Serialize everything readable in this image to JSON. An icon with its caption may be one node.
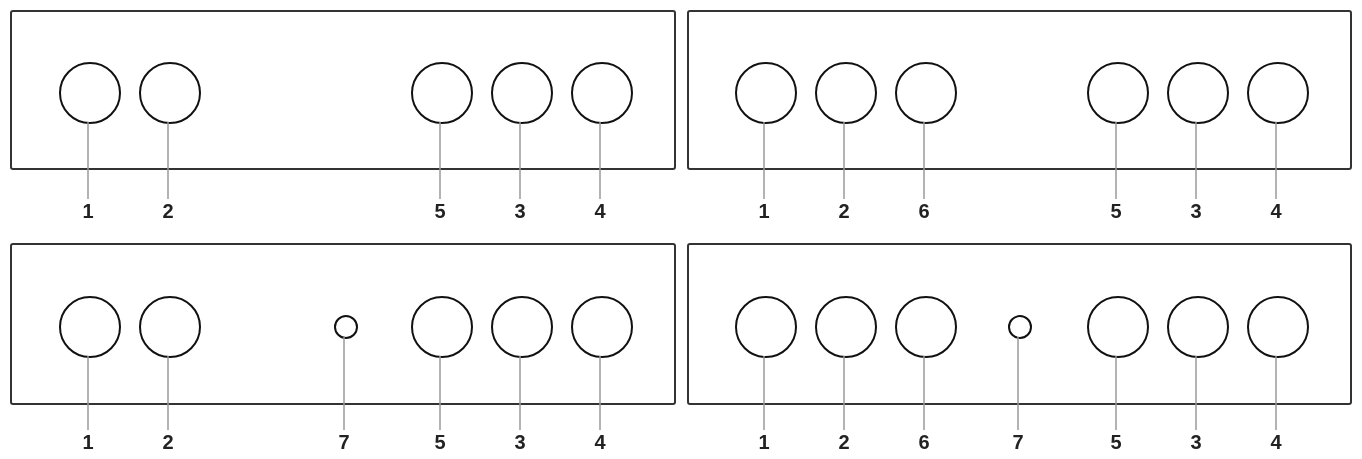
{
  "diagram": {
    "nodes": [
      {
        "text": [],
        "shape": "box"
      },
      {
        "text": [],
        "shape": "circle",
        "in": 0
      },
      {
        "text": [],
        "shape": "circle",
        "in": 0
      },
      {
        "text": [],
        "shape": "circle",
        "in": 0
      },
      {
        "text": [],
        "shape": "circle",
        "in": 0
      },
      {
        "text": [],
        "shape": "circle",
        "in": 0
      },
      {
        "text": [
          "1"
        ]
      },
      {
        "text": [
          "2"
        ]
      },
      {
        "text": [
          "5"
        ]
      },
      {
        "text": [
          "3"
        ]
      },
      {
        "text": [
          "4"
        ]
      },
      {
        "text": [],
        "shape": "box"
      },
      {
        "text": [],
        "shape": "circle",
        "in": 11
      },
      {
        "text": [],
        "shape": "circle",
        "in": 11
      },
      {
        "text": [],
        "shape": "circle",
        "in": 11
      },
      {
        "text": [],
        "shape": "circle",
        "in": 11
      },
      {
        "text": [],
        "shape": "circle",
        "in": 11
      },
      {
        "text": [],
        "shape": "circle",
        "in": 11
      },
      {
        "text": [
          "1"
        ]
      },
      {
        "text": [
          "2"
        ]
      },
      {
        "text": [
          "6"
        ]
      },
      {
        "text": [
          "5"
        ]
      },
      {
        "text": [
          "3"
        ]
      },
      {
        "text": [
          "4"
        ]
      },
      {
        "text": [],
        "shape": "box"
      },
      {
        "text": [],
        "shape": "circle",
        "in": 24
      },
      {
        "text": [],
        "shape": "circle",
        "in": 24
      },
      {
        "text": [],
        "shape": "circle",
        "in": 24
      },
      {
        "text": [],
        "shape": "circle",
        "in": 24
      },
      {
        "text": [],
        "shape": "circle",
        "in": 24
      },
      {
        "text": [],
        "shape": "circle",
        "in": 24
      },
      {
        "text": [
          "1"
        ]
      },
      {
        "text": [
          "2"
        ]
      },
      {
        "text": [
          "7"
        ]
      },
      {
        "text": [
          "5"
        ]
      },
      {
        "text": [
          "3"
        ]
      },
      {
        "text": [
          "4"
        ]
      },
      {
        "text": [],
        "shape": "box"
      },
      {
        "text": [],
        "shape": "circle",
        "in": 37
      },
      {
        "text": [],
        "shape": "circle",
        "in": 37
      },
      {
        "text": [],
        "shape": "circle",
        "in": 37
      },
      {
        "text": [],
        "shape": "circle",
        "in": 37
      },
      {
        "text": [],
        "shape": "circle",
        "in": 37
      },
      {
        "text": [],
        "shape": "circle",
        "in": 37
      },
      {
        "text": [],
        "shape": "circle",
        "in": 37
      },
      {
        "text": [
          "1"
        ]
      },
      {
        "text": [
          "2"
        ]
      },
      {
        "text": [
          "6"
        ]
      },
      {
        "text": [
          "7"
        ]
      },
      {
        "text": [
          "5"
        ]
      },
      {
        "text": [
          "3"
        ]
      },
      {
        "text": [
          "4"
        ]
      }
    ],
    "edges": [
      {
        "from": 6,
        "to": 1,
        "arrow": "none"
      },
      {
        "from": 7,
        "to": 2,
        "arrow": "none"
      },
      {
        "from": 8,
        "to": 3,
        "arrow": "none"
      },
      {
        "from": 9,
        "to": 4,
        "arrow": "none"
      },
      {
        "from": 10,
        "to": 5,
        "arrow": "none"
      },
      {
        "from": 18,
        "to": 12,
        "arrow": "none"
      },
      {
        "from": 19,
        "to": 13,
        "arrow": "none"
      },
      {
        "from": 20,
        "to": 14,
        "arrow": "none"
      },
      {
        "from": 21,
        "to": 15,
        "arrow": "none"
      },
      {
        "from": 22,
        "to": 16,
        "arrow": "none"
      },
      {
        "from": 23,
        "to": 17,
        "arrow": "none"
      },
      {
        "from": 31,
        "to": 25,
        "arrow": "none"
      },
      {
        "from": 32,
        "to": 26,
        "arrow": "none"
      },
      {
        "from": 33,
        "to": 27,
        "arrow": "none"
      },
      {
        "from": 34,
        "to": 28,
        "arrow": "none"
      },
      {
        "from": 35,
        "to": 29,
        "arrow": "none"
      },
      {
        "from": 36,
        "to": 30,
        "arrow": "none"
      },
      {
        "from": 45,
        "to": 38,
        "arrow": "none"
      },
      {
        "from": 46,
        "to": 39,
        "arrow": "none"
      },
      {
        "from": 47,
        "to": 40,
        "arrow": "none"
      },
      {
        "from": 48,
        "to": 41,
        "arrow": "none"
      },
      {
        "from": 49,
        "to": 42,
        "arrow": "none"
      },
      {
        "from": 50,
        "to": 43,
        "arrow": "none"
      },
      {
        "from": 51,
        "to": 44,
        "arrow": "none"
      }
    ]
  }
}
